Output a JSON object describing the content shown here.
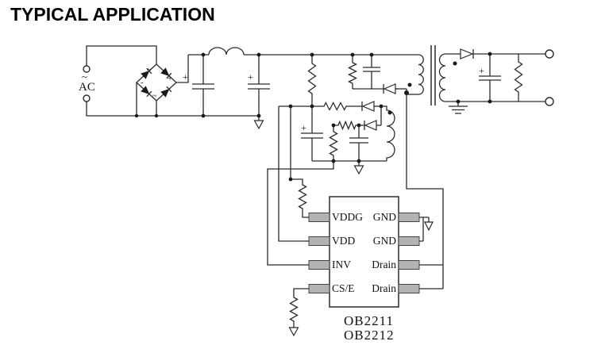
{
  "title": "TYPICAL APPLICATION",
  "schematic": {
    "ac": {
      "tilde": "~",
      "label": "AC"
    },
    "bridge": {
      "top": "~",
      "right": "+",
      "bottom": "~",
      "left": "-"
    },
    "marks": {
      "cap1_plus": "+",
      "cap2_plus": "+",
      "vdd_cap_plus": "+",
      "out_cap_plus": "+"
    },
    "ic": {
      "left_pins": [
        "VDDG",
        "VDD",
        "INV",
        "CS/E"
      ],
      "right_pins": [
        "GND",
        "GND",
        "Drain",
        "Drain"
      ],
      "part_numbers": [
        "OB2211",
        "OB2212"
      ]
    }
  },
  "colors": {
    "wire": "#2b2b2b",
    "pin_fill": "#b3b3b3",
    "text": "#111111",
    "background": "#ffffff"
  }
}
